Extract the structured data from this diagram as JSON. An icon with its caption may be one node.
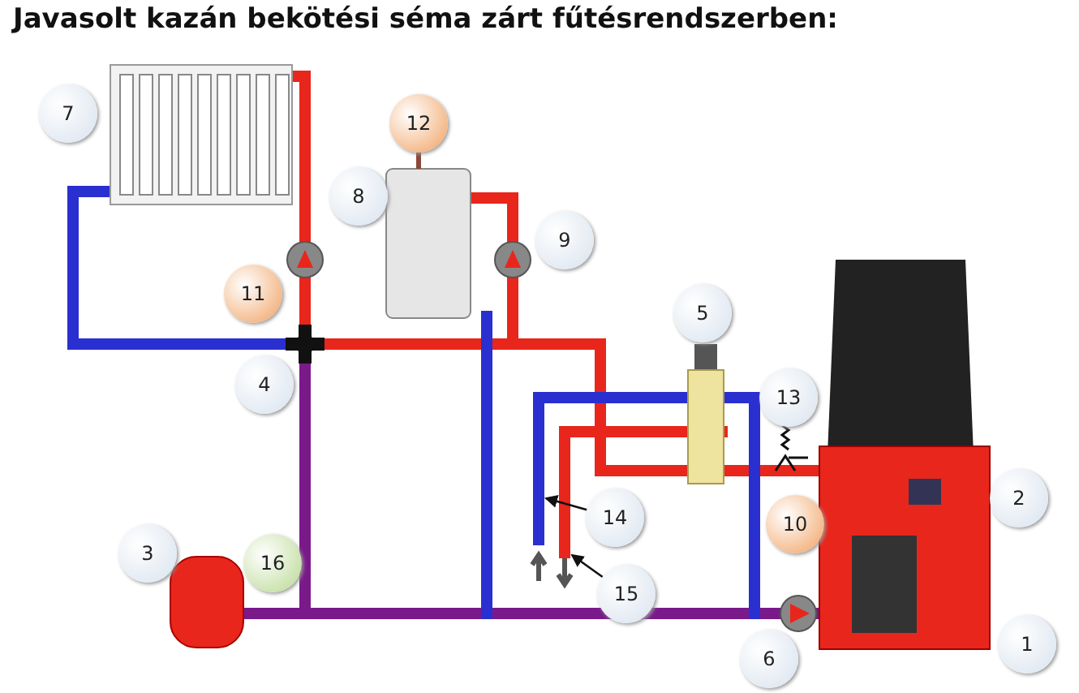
{
  "diagram": {
    "title": "Javasolt kazán bekötési séma zárt fűtésrendszerben:",
    "nodes": [
      {
        "text": [
          "1"
        ]
      },
      {
        "text": [
          "2"
        ]
      },
      {
        "text": [
          "3"
        ]
      },
      {
        "text": [
          "4"
        ]
      },
      {
        "text": [
          "5"
        ]
      },
      {
        "text": [
          "6"
        ]
      },
      {
        "text": [
          "7"
        ]
      },
      {
        "text": [
          "8"
        ]
      },
      {
        "text": [
          "9"
        ]
      },
      {
        "text": [
          "10"
        ]
      },
      {
        "text": [
          "11"
        ]
      },
      {
        "text": [
          "12"
        ]
      },
      {
        "text": [
          "13"
        ]
      },
      {
        "text": [
          "14"
        ]
      },
      {
        "text": [
          "15"
        ]
      },
      {
        "text": [
          "16"
        ]
      },
      {
        "text": [],
        "shape": "pipe"
      },
      {
        "text": [],
        "shape": "pipe"
      }
    ],
    "edges": [
      {
        "from": 13,
        "to": 16,
        "arrow": "to"
      },
      {
        "from": 14,
        "to": 17,
        "arrow": "to"
      }
    ]
  }
}
